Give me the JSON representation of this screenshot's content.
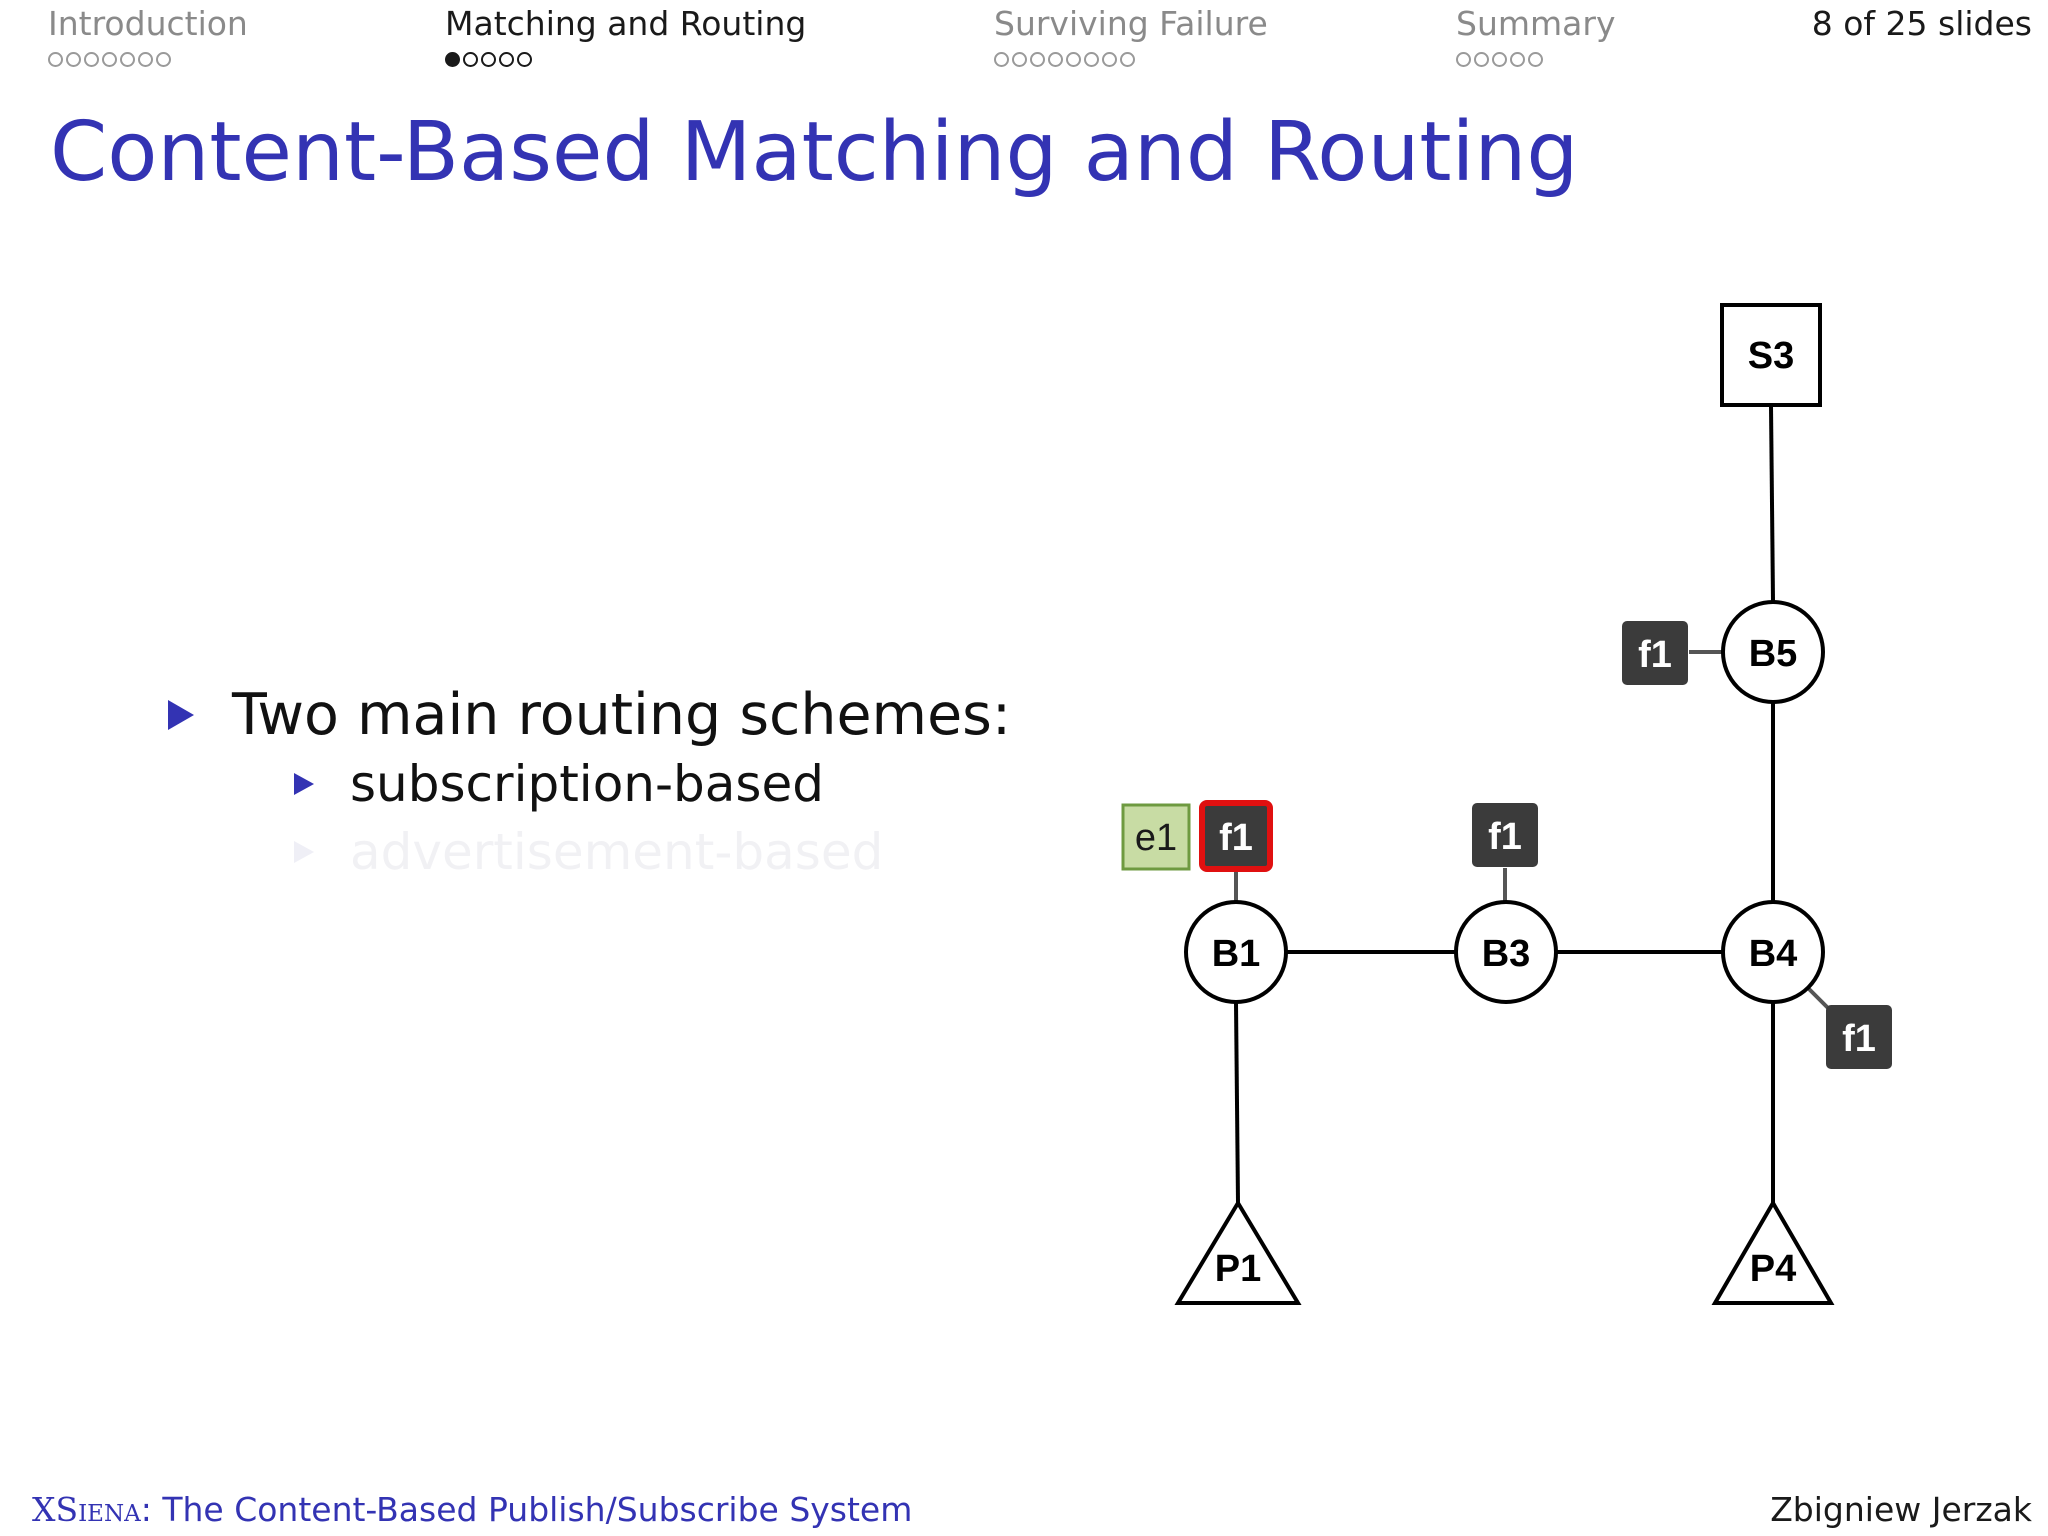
{
  "header": {
    "sections": [
      {
        "label": "Introduction",
        "dots": 7,
        "filled": -1,
        "active": false
      },
      {
        "label": "Matching and Routing",
        "dots": 5,
        "filled": 0,
        "active": true
      },
      {
        "label": "Surviving Failure",
        "dots": 8,
        "filled": -1,
        "active": false
      },
      {
        "label": "Summary",
        "dots": 5,
        "filled": -1,
        "active": false
      }
    ],
    "slide_counter": "8 of 25 slides"
  },
  "title": "Content-Based Matching and Routing",
  "bullets": {
    "main": "Two main routing schemes:",
    "sub": [
      {
        "text": "subscription-based",
        "faded": false
      },
      {
        "text": "advertisement-based",
        "faded": true
      }
    ]
  },
  "diagram": {
    "nodes": {
      "S3": "S3",
      "B5": "B5",
      "B1": "B1",
      "B3": "B3",
      "B4": "B4",
      "P1": "P1",
      "P4": "P4"
    },
    "tags": {
      "filter": "f1",
      "event": "e1"
    },
    "colors": {
      "filter_fill": "#3b3b3b",
      "highlight": "#e01010",
      "event_fill": "#c8dca4",
      "event_border": "#6e9a40"
    }
  },
  "footer": {
    "left_smallcaps": "XSiena",
    "left_rest": ": The Content-Based Publish/Subscribe System",
    "right": "Zbigniew Jerzak"
  }
}
